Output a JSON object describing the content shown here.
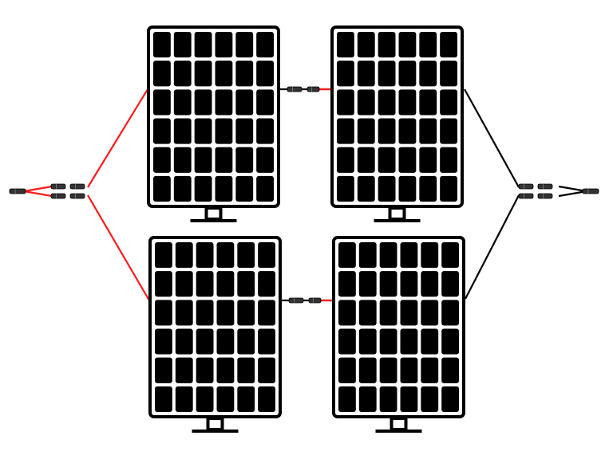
{
  "diagram": {
    "panels": [
      {
        "id": "top-left"
      },
      {
        "id": "top-right"
      },
      {
        "id": "bottom-left"
      },
      {
        "id": "bottom-right"
      }
    ],
    "cell_grid": {
      "rows": 6,
      "cols": 6
    },
    "colors": {
      "panel": "#000000",
      "positive_wire": "#ff1a1a",
      "negative_wire": "#000000",
      "connector": "#333333",
      "background": "#ffffff"
    }
  }
}
